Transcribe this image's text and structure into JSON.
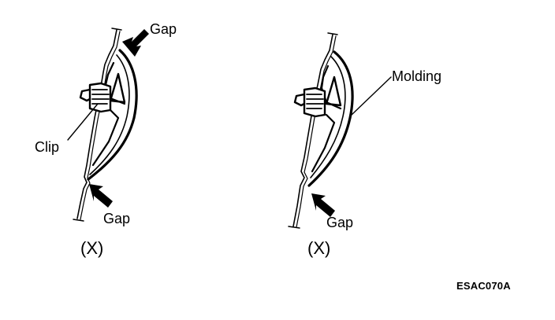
{
  "left_figure": {
    "gap_top_label": "Gap",
    "gap_bottom_label": "Gap",
    "clip_label": "Clip",
    "view_label": "(X)"
  },
  "right_figure": {
    "molding_label": "Molding",
    "gap_label": "Gap",
    "view_label": "(X)"
  },
  "figure_code": "ESAC070A",
  "colors": {
    "ink": "#000000",
    "background": "#ffffff"
  }
}
